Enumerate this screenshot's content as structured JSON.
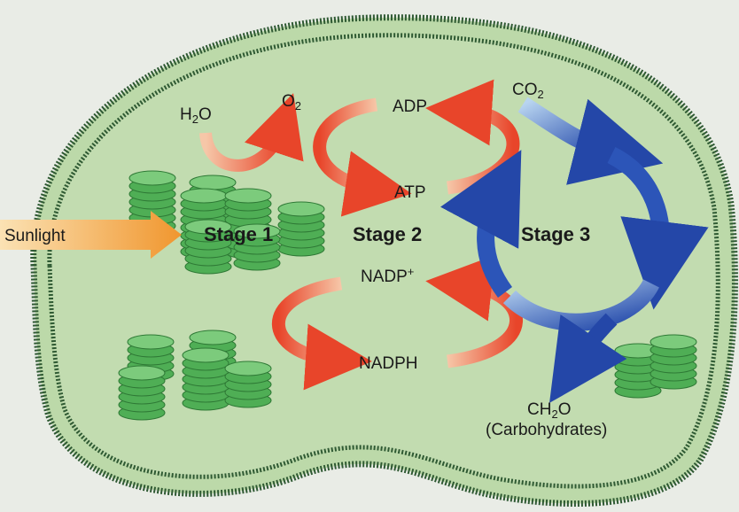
{
  "title": "Photosynthesis in the chloroplast",
  "labels": {
    "sunlight": "Sunlight",
    "stage1": "Stage 1",
    "stage2": "Stage 2",
    "stage3": "Stage 3",
    "h2o": {
      "a": "H",
      "sub": "2",
      "b": "O"
    },
    "o2": {
      "a": "O",
      "sub": "2"
    },
    "co2": {
      "a": "CO",
      "sub": "2"
    },
    "adp": "ADP",
    "atp": "ATP",
    "nadp": {
      "a": "NADP",
      "sup": "+"
    },
    "nadph": "NADPH",
    "ch2o": {
      "a": "CH",
      "sub": "2",
      "b": "O"
    },
    "carbohydrates": "(Carbohydrates)"
  },
  "colors": {
    "background": "#e9ece6",
    "stroma": "#b9d8a8",
    "membrane": "#2f5a33",
    "grana": "#4fae55",
    "red_arrow": "#e8452a",
    "blue_arrow": "#2a4fb0",
    "sunlight": "#f3a640"
  }
}
